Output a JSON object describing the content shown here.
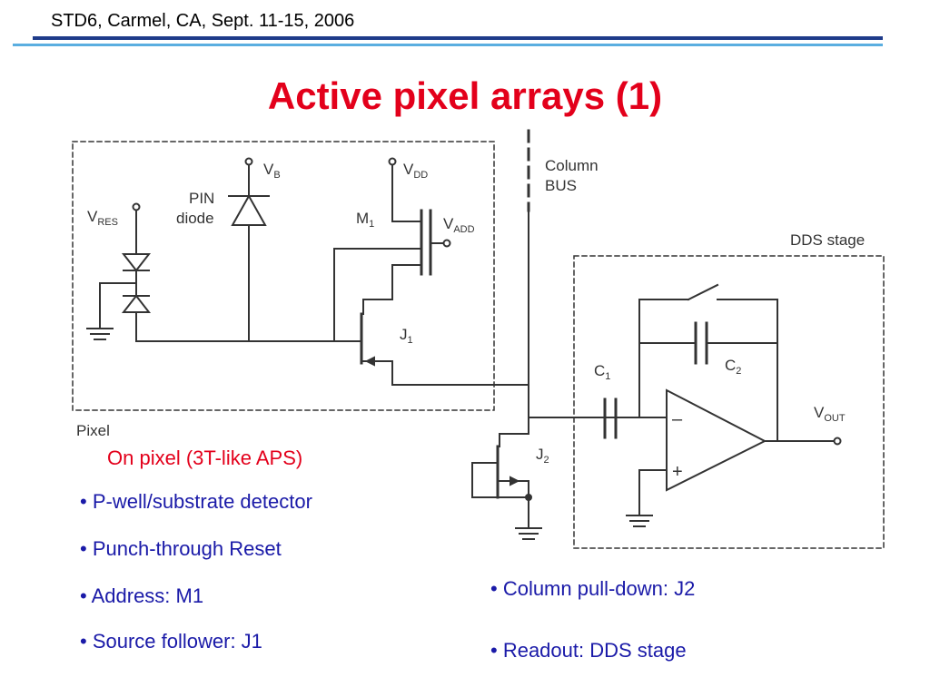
{
  "header": {
    "text": "STD6, Carmel, CA, Sept. 11-15, 2006"
  },
  "title": "Active pixel arrays (1)",
  "diagram": {
    "labels": {
      "vb": "V",
      "vb_sub": "B",
      "vdd": "V",
      "vdd_sub": "DD",
      "vres": "V",
      "vres_sub": "RES",
      "pin": "PIN",
      "diode": "diode",
      "m1": "M",
      "m1_sub": "1",
      "vadd": "V",
      "vadd_sub": "ADD",
      "j1": "J",
      "j1_sub": "1",
      "column": "Column",
      "bus": "BUS",
      "dds_stage": "DDS stage",
      "c1": "C",
      "c1_sub": "1",
      "c2": "C",
      "c2_sub": "2",
      "vout": "V",
      "vout_sub": "OUT",
      "minus": "–",
      "plus": "+",
      "j2": "J",
      "j2_sub": "2",
      "pixel": "Pixel"
    }
  },
  "subtitle": "On pixel (3T-like APS)",
  "bullets_left": [
    "• P-well/substrate detector",
    "• Punch-through Reset",
    "• Address: M1",
    "• Source follower: J1"
  ],
  "bullets_right": [
    "• Column pull-down: J2",
    "• Readout: DDS stage"
  ]
}
